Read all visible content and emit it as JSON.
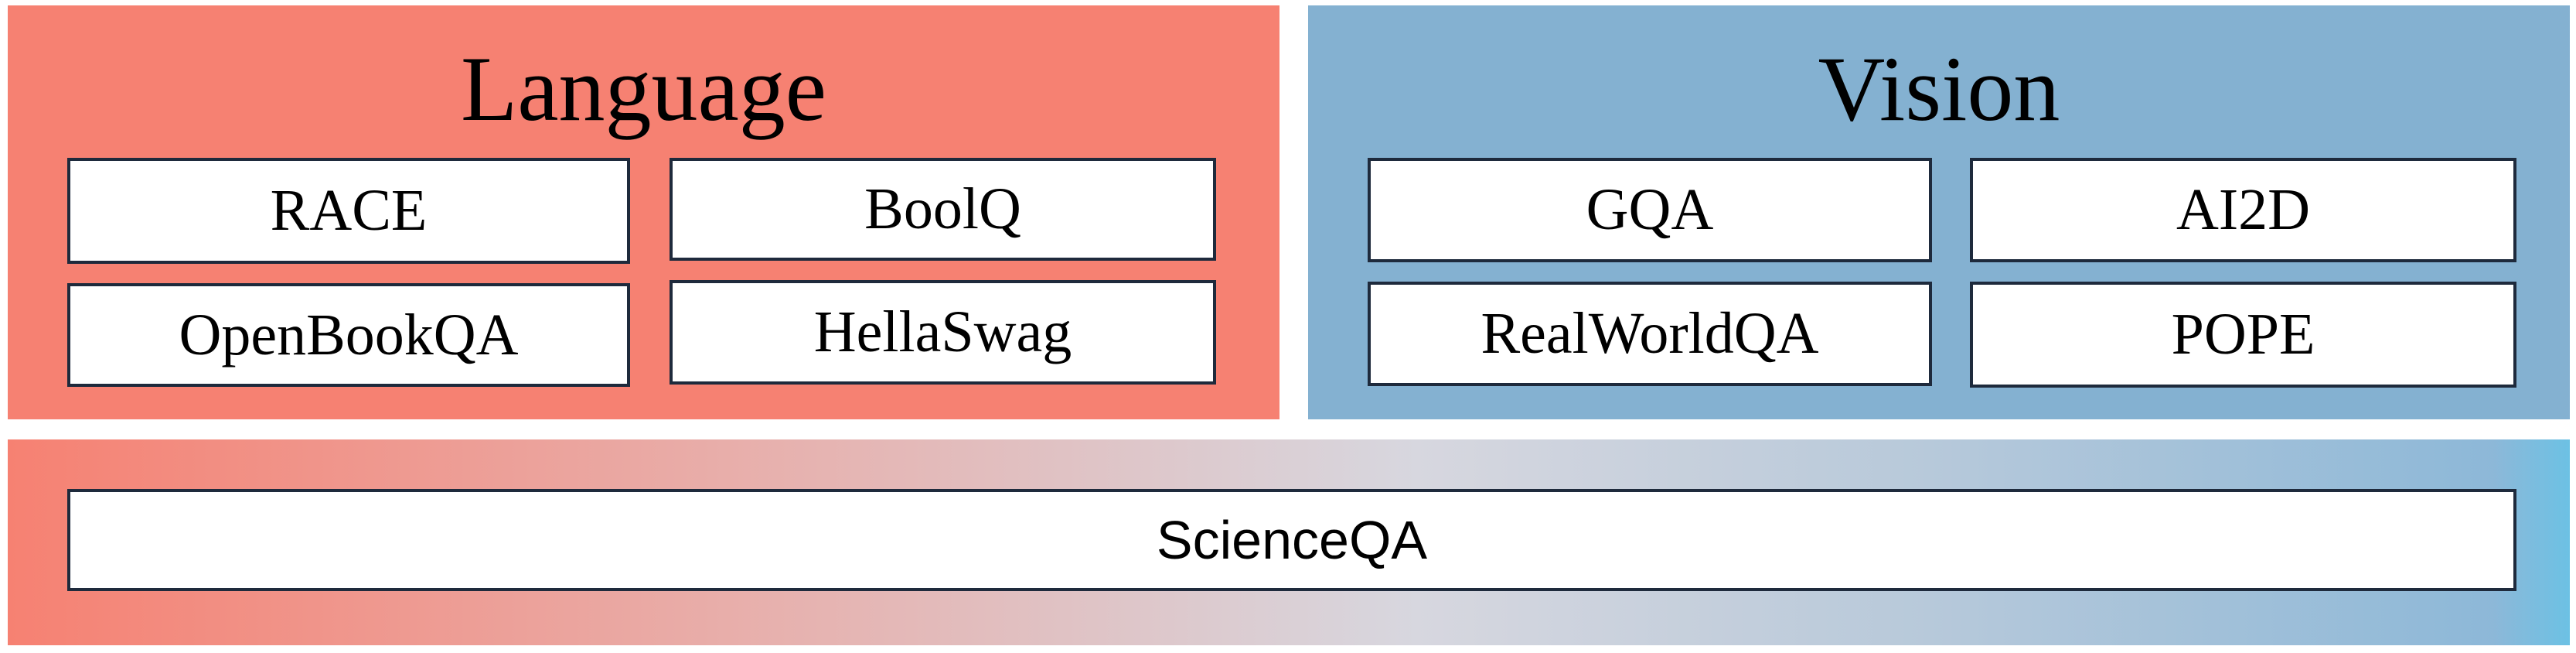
{
  "language": {
    "title": "Language",
    "benchmarks": [
      "RACE",
      "BoolQ",
      "OpenBookQA",
      "HellaSwag"
    ]
  },
  "vision": {
    "title": "Vision",
    "benchmarks": [
      "GQA",
      "AI2D",
      "RealWorldQA",
      "POPE"
    ]
  },
  "multimodal": {
    "benchmark": "ScienceQA"
  },
  "colors": {
    "language": "#f68172",
    "vision": "#84b1d1",
    "box_border": "#1e2a3c"
  }
}
